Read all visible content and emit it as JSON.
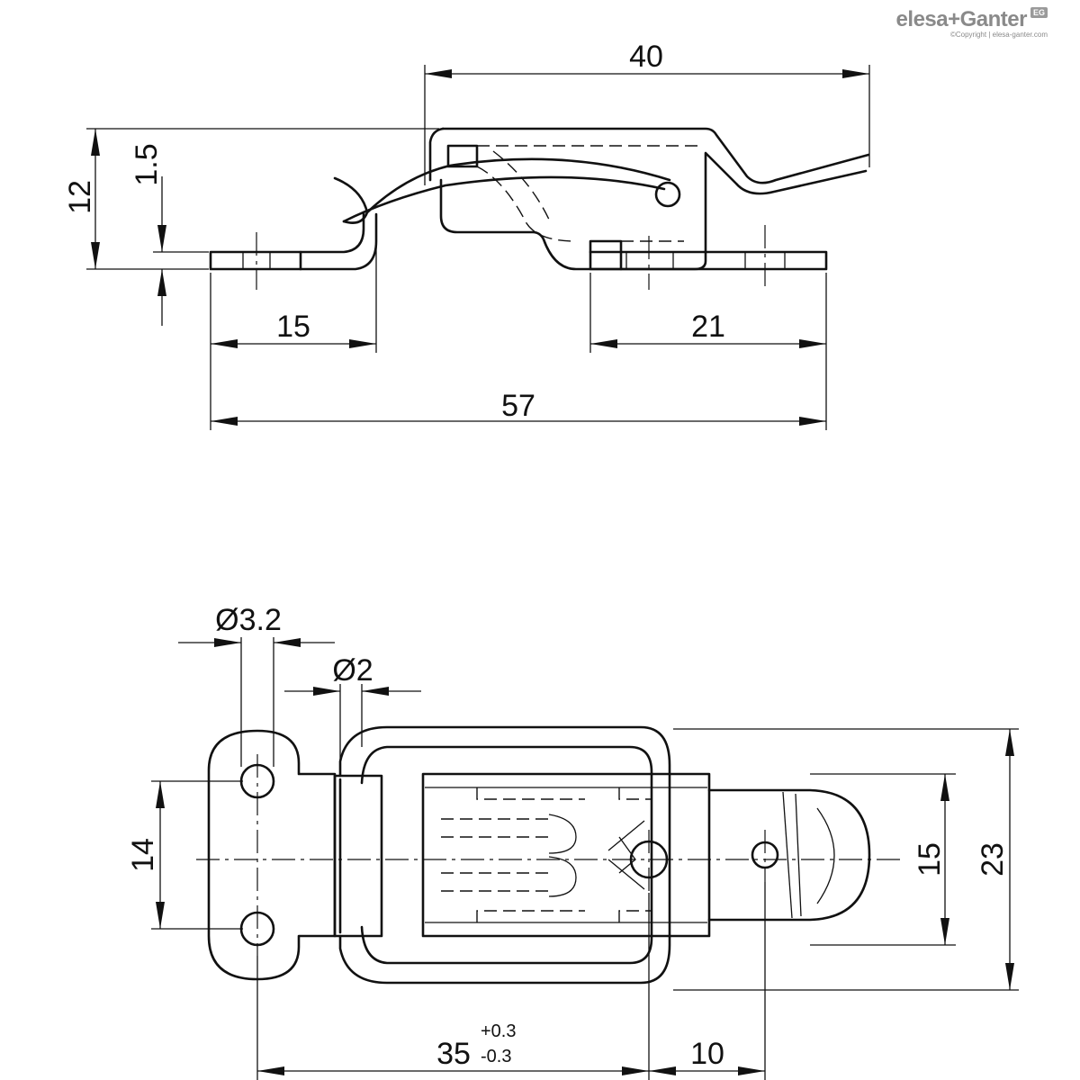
{
  "brand": {
    "name": "elesa+Ganter",
    "mark": "EG",
    "copyright": "©Copyright | elesa-ganter.com"
  },
  "side_view": {
    "dims": {
      "overall_length": "57",
      "upper_length": "40",
      "left_flange": "15",
      "right_flange": "21",
      "height": "12",
      "sheet_thickness": "1.5"
    }
  },
  "top_view": {
    "dims": {
      "hole_large": "Ø3.2",
      "hole_small": "Ø2",
      "hole_spacing": "14",
      "hook_width": "15",
      "overall_width": "23",
      "hole_to_center": "35",
      "tol_plus": "+0.3",
      "tol_minus": "-0.3",
      "center_to_hook_hole": "10"
    }
  }
}
